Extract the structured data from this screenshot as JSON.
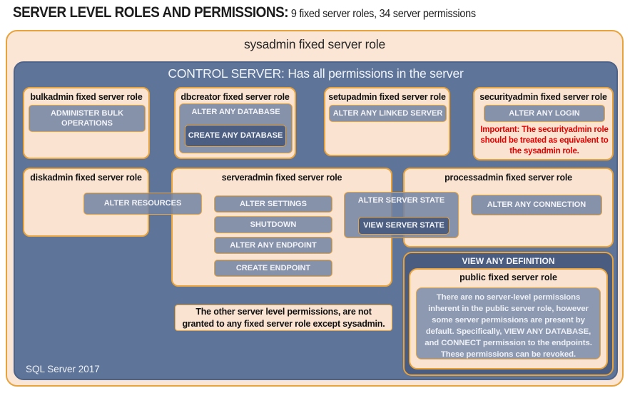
{
  "header": {
    "title": "SERVER LEVEL ROLES AND PERMISSIONS:",
    "subtitle": " 9 fixed server roles, 34 server permissions"
  },
  "sysadmin": {
    "title": "sysadmin fixed server role"
  },
  "control": {
    "title": "CONTROL SERVER: Has all permissions in the server",
    "footer": "SQL Server 2017"
  },
  "bulkadmin": {
    "title": "bulkadmin fixed server role",
    "perm": "ADMINISTER BULK OPERATIONS"
  },
  "dbcreator": {
    "title": "dbcreator fixed server role",
    "outer_perm": "ALTER ANY DATABASE",
    "inner_perm": "CREATE ANY DATABASE"
  },
  "setupadmin": {
    "title": "setupadmin fixed server role",
    "perm": "ALTER ANY LINKED SERVER"
  },
  "securityadmin": {
    "title": "securityadmin fixed server role",
    "perm": "ALTER ANY LOGIN",
    "warning": "Important: The securityadmin role should be treated as equivalent to the sysadmin role."
  },
  "diskadmin": {
    "title": "diskadmin fixed server role",
    "perm": "ALTER RESOURCES"
  },
  "serveradmin": {
    "title": "serveradmin fixed server role",
    "perms": [
      "ALTER SETTINGS",
      "SHUTDOWN",
      "ALTER ANY ENDPOINT",
      "CREATE ENDPOINT"
    ],
    "outer_perm": "ALTER SERVER STATE",
    "inner_perm": "VIEW SERVER STATE"
  },
  "processadmin": {
    "title": "processadmin fixed server role",
    "perm": "ALTER ANY CONNECTION"
  },
  "public_section": {
    "banner": "VIEW ANY DEFINITION",
    "title": "public fixed server role",
    "body": "There are no server-level permissions inherent in the public server role, however some server permissions are present by default. Specifically, VIEW ANY DATABASE, and CONNECT permission to the endpoints. These permissions can be revoked."
  },
  "note": {
    "text": "The other server level permissions, are not granted to any fixed server role except sysadmin."
  },
  "colors": {
    "gold_border": "#E8A33D",
    "peach": "#FAE3D0",
    "control_blue": "#5E7499",
    "navy": "#4A5C7F",
    "perm_gray": "#8B96AE",
    "warning_red": "#E50000"
  }
}
